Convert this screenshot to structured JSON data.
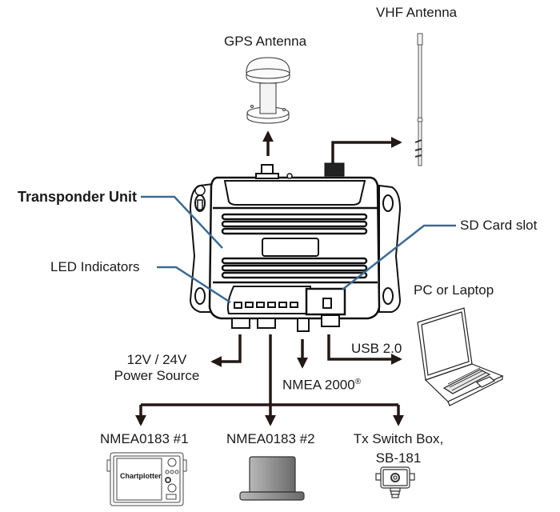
{
  "diagram": {
    "title": "AIS Transponder Connection Overview",
    "components": {
      "vhf_antenna": {
        "label": "VHF Antenna"
      },
      "gps_antenna": {
        "label": "GPS Antenna"
      },
      "transponder_unit": {
        "label": "Transponder Unit"
      },
      "led_indicators": {
        "label": "LED Indicators",
        "count": 6
      },
      "sd_card_slot": {
        "label": "SD Card slot"
      },
      "pc_laptop": {
        "label": "PC or Laptop"
      },
      "usb": {
        "label": "USB 2.0"
      },
      "power": {
        "line1": "12V / 24V",
        "line2": "Power Source"
      },
      "nmea2000": {
        "label": "NMEA 2000",
        "mark": "®"
      },
      "nmea0183_1": {
        "label": "NMEA0183 #1",
        "device": "Chartplotter"
      },
      "nmea0183_2": {
        "label": "NMEA0183 #2"
      },
      "tx_switch": {
        "line1": "Tx Switch Box,",
        "line2": "SB-181"
      }
    },
    "colors": {
      "arrow": "#231815",
      "leader": "#3d6a92",
      "outline": "#1a1a1a"
    }
  }
}
